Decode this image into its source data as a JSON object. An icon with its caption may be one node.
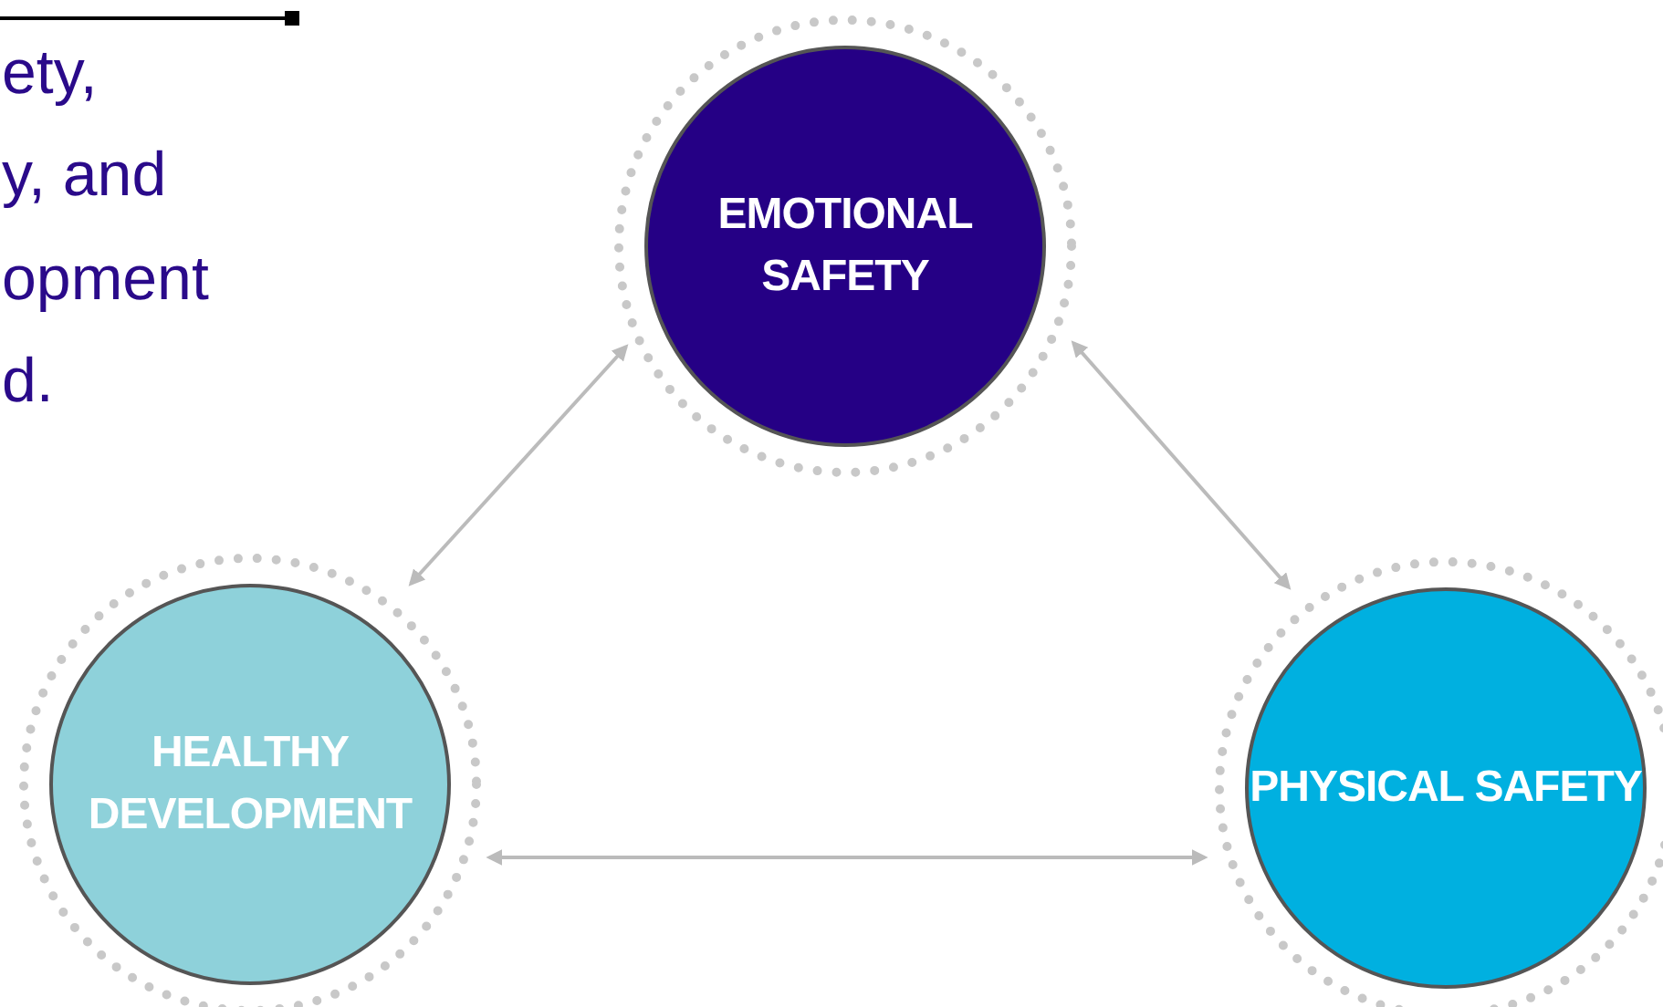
{
  "diagram": {
    "nodes": [
      {
        "text": [
          "EMOTIONAL SAFETY"
        ]
      },
      {
        "text": [
          "HEALTHY DEVELOPMENT"
        ]
      },
      {
        "text": [
          "PHYSICAL SAFETY"
        ]
      }
    ],
    "edges": [
      {
        "from": 0,
        "to": 1,
        "arrow": "both"
      },
      {
        "from": 0,
        "to": 2,
        "arrow": "both"
      },
      {
        "from": 1,
        "to": 2,
        "arrow": "both"
      }
    ],
    "labels": [
      "ety,",
      "y, and",
      "opment",
      "d."
    ]
  }
}
